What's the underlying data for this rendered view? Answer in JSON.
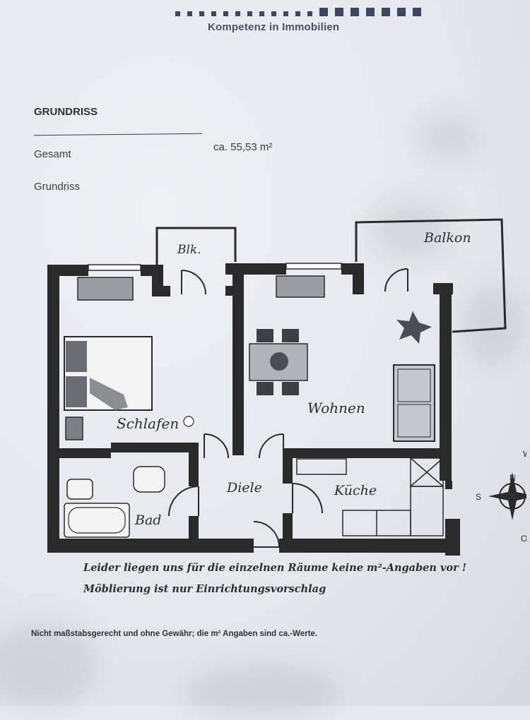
{
  "header": {
    "tagline": "Kompetenz in Immobilien"
  },
  "summary": {
    "title": "GRUNDRISS",
    "total_label": "Gesamt",
    "total_value": "ca. 55,53 m²",
    "plan_label": "Grundriss"
  },
  "floorplan": {
    "rooms": {
      "blk": "Blk.",
      "balkon": "Balkon",
      "schlafen": "Schlafen",
      "wohnen": "Wohnen",
      "diele": "Diele",
      "kueche": "Küche",
      "bad": "Bad"
    },
    "compass": {
      "north": "N",
      "south": "S",
      "east": "O",
      "west": "W"
    }
  },
  "notes": {
    "line1": "Leider liegen uns für die einzelnen Räume keine m²-Angaben vor !",
    "line2": "Möblierung ist nur Einrichtungsvorschlag"
  },
  "footer": {
    "disclaimer": "Nicht maßstabsgerecht und ohne Gewähr; die m² Angaben sind ca.-Werte."
  }
}
